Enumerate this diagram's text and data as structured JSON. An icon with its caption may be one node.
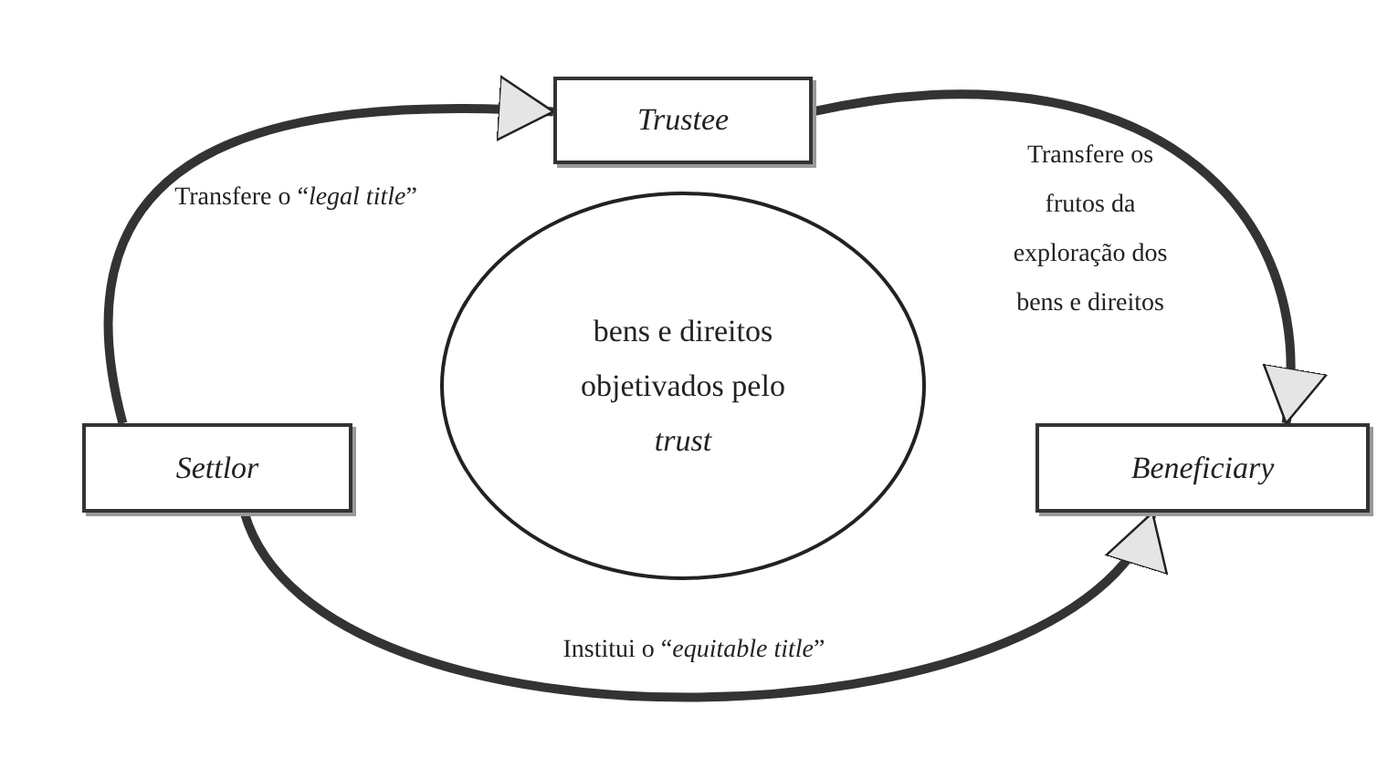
{
  "diagram": {
    "nodes": [
      {
        "text": [
          "Trustee"
        ]
      },
      {
        "text": [
          "bens e direitos objetivados pelo *trust*"
        ]
      },
      {
        "text": [
          "Settlor"
        ]
      },
      {
        "text": [
          "Beneficiary"
        ]
      }
    ],
    "edges": [
      {
        "from": 2,
        "to": 0,
        "arrow": "to",
        "label": "Transfere o “*legal title*”"
      },
      {
        "from": 0,
        "to": 3,
        "arrow": "to",
        "label": "Transfere os frutos da exploração dos bens e direitos"
      },
      {
        "from": 2,
        "to": 3,
        "arrow": "to",
        "label": "Institui o “*equitable title*”"
      }
    ]
  }
}
